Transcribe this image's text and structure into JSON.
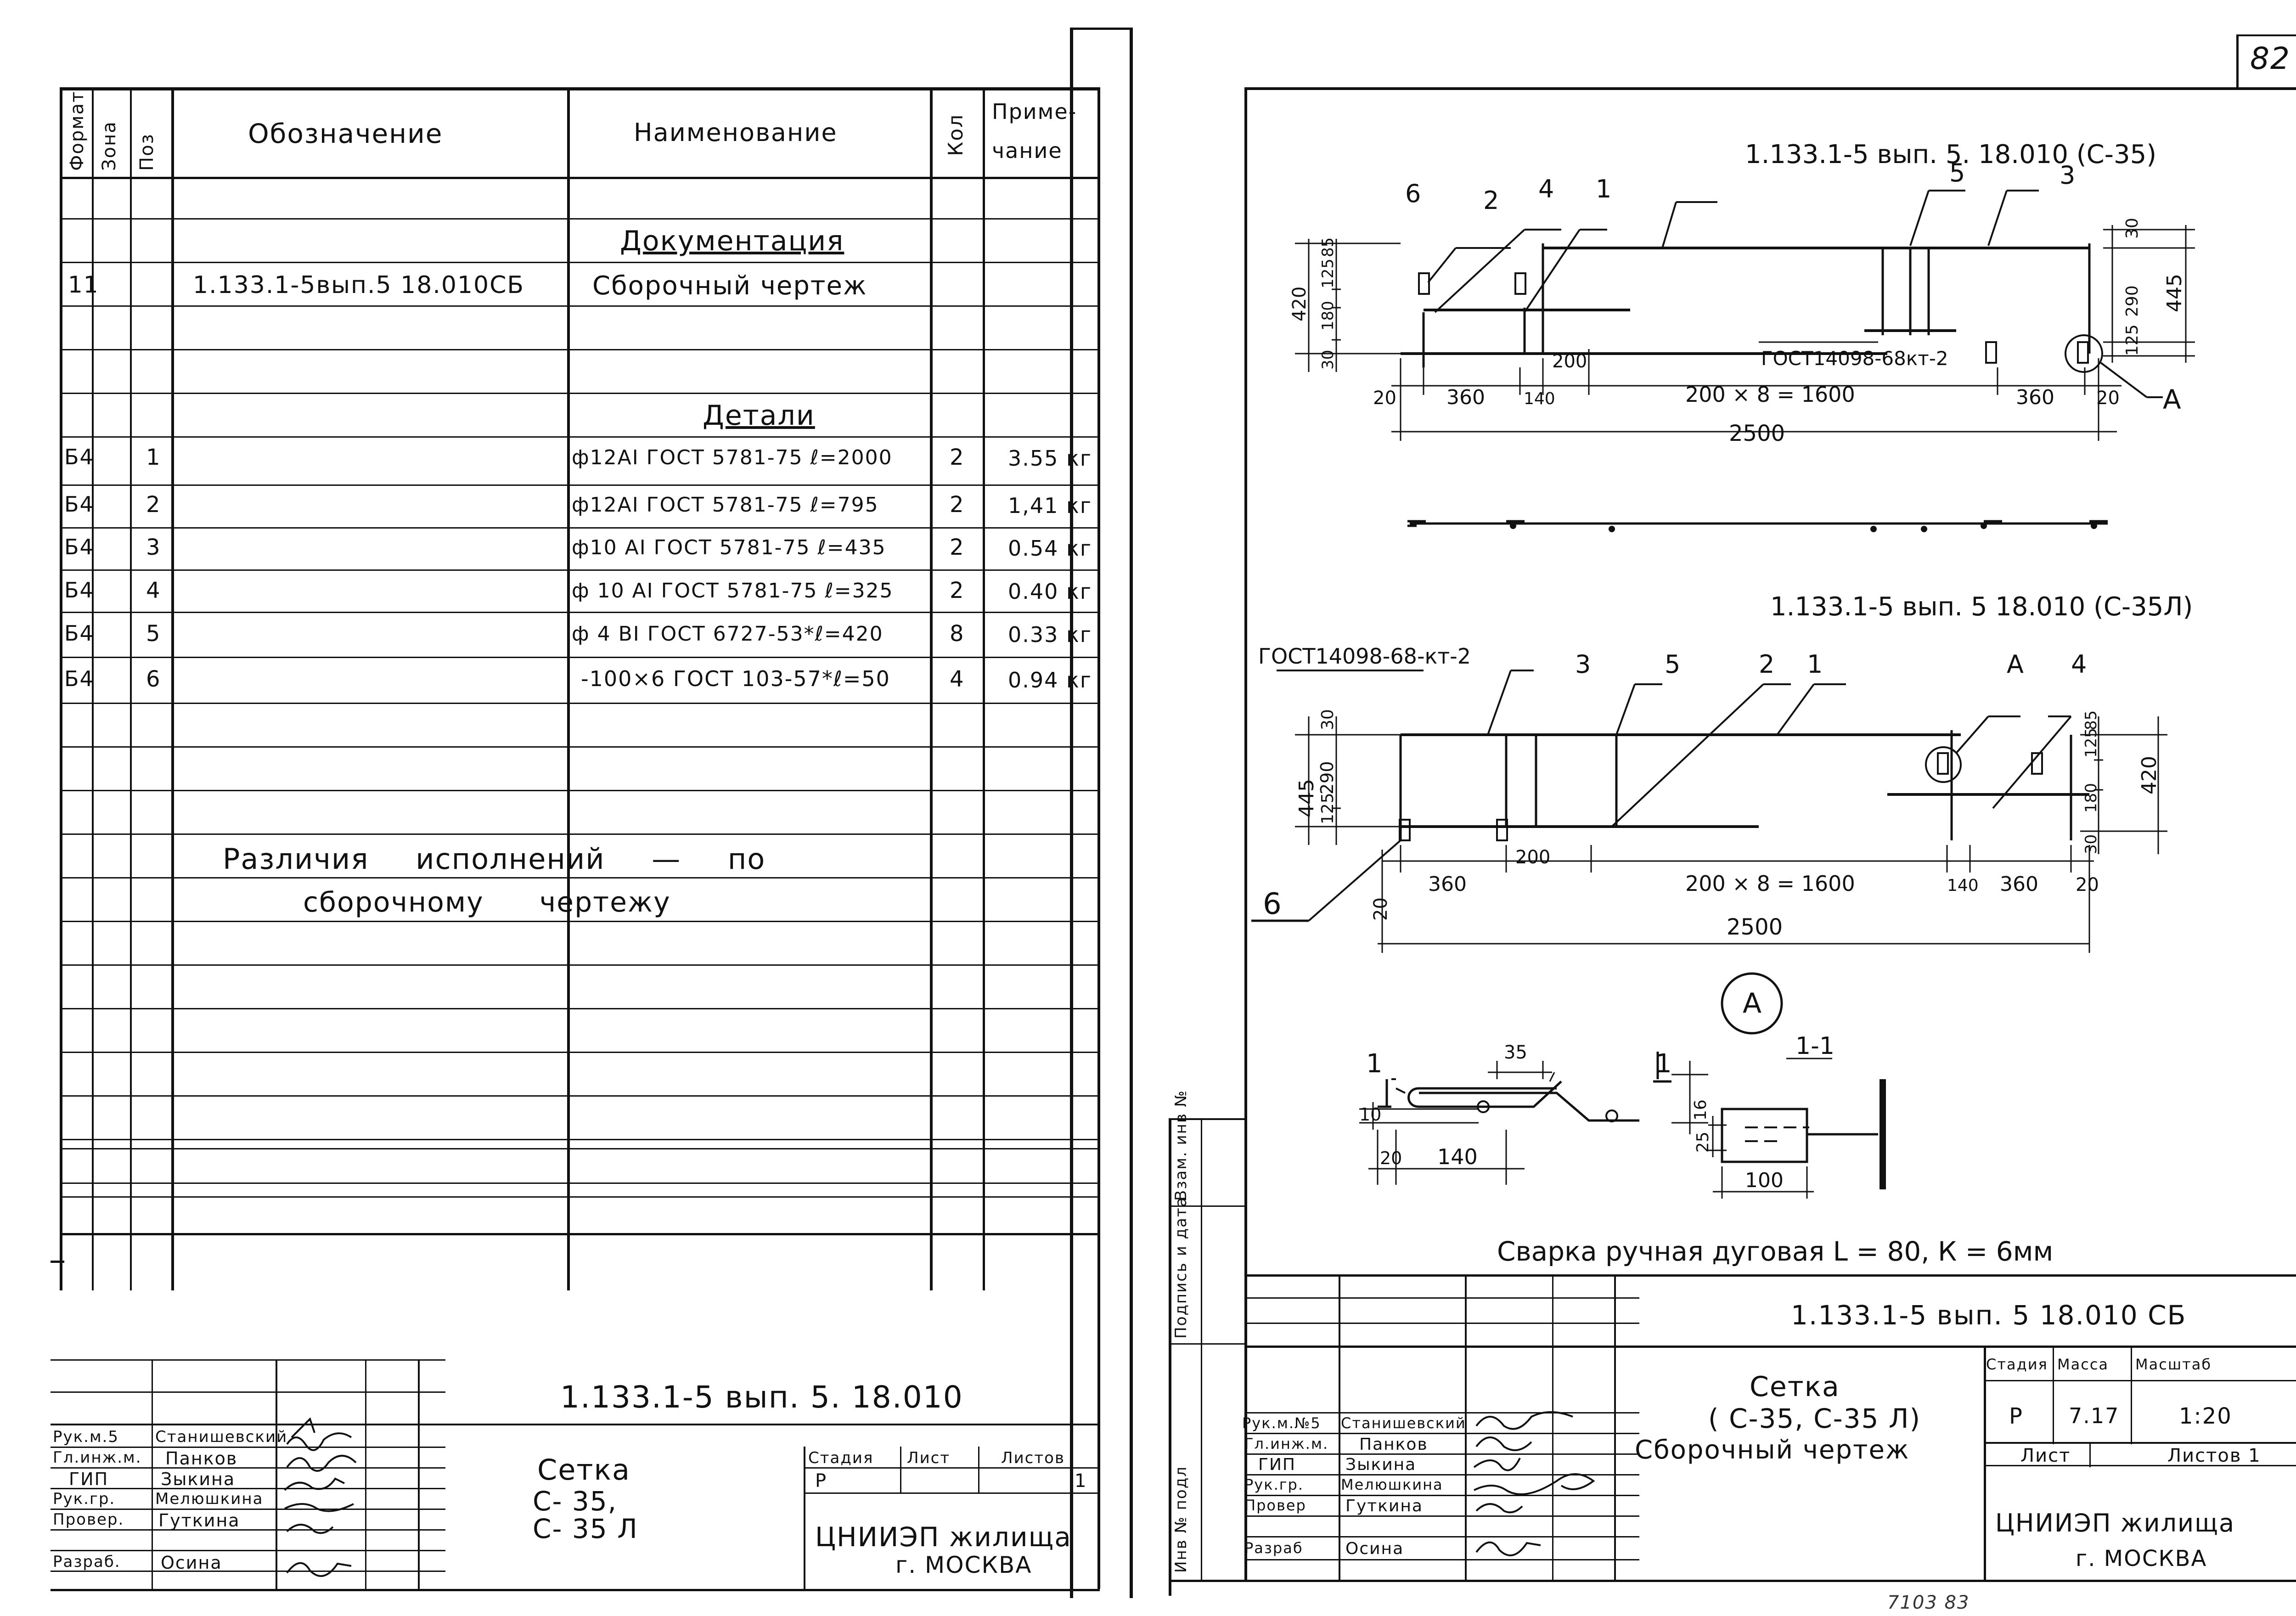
{
  "page_number": "82",
  "left_sheet": {
    "spec_headers": {
      "format": "Формат",
      "zone": "Зона",
      "pos": "Поз",
      "designation": "Обозначение",
      "name": "Наименование",
      "qty": "Кол",
      "note_1": "Приме-",
      "note_2": "чание"
    },
    "section_documentation": "Документация",
    "doc_row": {
      "format": "11",
      "designation": "1.133.1-5вып.5 18.010СБ",
      "name": "Сборочный чертеж"
    },
    "section_details": "Детали",
    "detail_rows": [
      {
        "format": "Б4",
        "pos": "1",
        "name": "ф12АI ГОСТ 5781-75 ℓ=2000",
        "qty": "2",
        "note": "3.55 кг"
      },
      {
        "format": "Б4",
        "pos": "2",
        "name": "ф12АI ГОСТ 5781-75 ℓ=795",
        "qty": "2",
        "note": "1,41 кг"
      },
      {
        "format": "Б4",
        "pos": "3",
        "name": "ф10 АI ГОСТ 5781-75 ℓ=435",
        "qty": "2",
        "note": "0.54 кг"
      },
      {
        "format": "Б4",
        "pos": "4",
        "name": "ф 10 АI ГОСТ 5781-75 ℓ=325",
        "qty": "2",
        "note": "0.40 кг"
      },
      {
        "format": "Б4",
        "pos": "5",
        "name": "ф 4 ВI ГОСТ 6727-53*ℓ=420",
        "qty": "8",
        "note": "0.33 кг"
      },
      {
        "format": "Б4",
        "pos": "6",
        "name": "-100×6 ГОСТ 103-57*ℓ=50",
        "qty": "4",
        "note": "0.94 кг"
      }
    ],
    "variants_note_1": "Различия исполнений — по",
    "variants_note_2": "сборочному чертежу",
    "title_block": {
      "code": "1.133.1-5 вып. 5. 18.010",
      "people": [
        {
          "role": "Рук.м.5",
          "name": "Станишевский"
        },
        {
          "role": "Гл.инж.м.",
          "name": "Панков"
        },
        {
          "role": "ГИП",
          "name": "Зыкина"
        },
        {
          "role": "Рук.гр.",
          "name": "Мелюшкина"
        },
        {
          "role": "Провер.",
          "name": "Гуткина"
        },
        {
          "role": "Разраб.",
          "name": "Осина"
        }
      ],
      "title_1": "Сетка",
      "title_2": "С- 35,",
      "title_3": "С- 35 Л",
      "stage_label": "Стадия",
      "sheet_label": "Лист",
      "sheets_label": "Листов",
      "stage_value": "Р",
      "sheets_value": "1",
      "org_1": "ЦНИИЭП жилища",
      "org_2": "г. МОСКВА"
    }
  },
  "right_sheet": {
    "side_stamp": {
      "inv": "Инв № подл",
      "sign_date": "Подпись и дата",
      "replace": "Взам. инв №"
    },
    "view_1": {
      "title": "1.133.1-5 вып. 5. 18.010 (С-35)",
      "callouts": [
        "6",
        "2",
        "4",
        "1",
        "5",
        "3"
      ],
      "gost_weld": "ГОСТ14098-68кт-2",
      "detail_mark": "А",
      "dims": {
        "left_total": "420",
        "left_top": "125",
        "left_mid": "85",
        "left_low": "180",
        "left_bottom": "30",
        "right_top": "30",
        "right_mid": "290",
        "right_low": "125",
        "right_total": "445",
        "d20a": "20",
        "d360a": "360",
        "d140": "140",
        "d200": "200",
        "pitch": "200 × 8 = 1600",
        "d360b": "360",
        "d20b": "20",
        "total": "2500"
      }
    },
    "view_2": {
      "title": "1.133.1-5 вып. 5 18.010 (С-35Л)",
      "gost_weld": "ГОСТ14098-68-кт-2",
      "callouts": [
        "3",
        "5",
        "2",
        "1",
        "А",
        "4",
        "6"
      ],
      "dims": {
        "left_total": "445",
        "left_mid": "290",
        "left_low": "125",
        "left_top": "30",
        "right_top": "125",
        "right_mid": "85",
        "right_low": "180",
        "right_total": "420",
        "right_bottom": "30",
        "d20a": "20",
        "d360a": "360",
        "d200": "200",
        "pitch": "200 × 8 = 1600",
        "d140": "140",
        "d360b": "360",
        "d20b": "20",
        "total": "2500"
      }
    },
    "detail_a": {
      "mark": "А",
      "section_label": "1",
      "d35": "35",
      "d10": "10",
      "d16": "16",
      "d20": "20",
      "d140": "140",
      "section_title": "1-1",
      "d25": "25",
      "d100": "100"
    },
    "weld_note": "Сварка ручная дуговая L = 80, К = 6мм",
    "title_block": {
      "code": "1.133.1-5 вып. 5 18.010 СБ",
      "people": [
        {
          "role": "Рук.м.№5",
          "name": "Станишевский"
        },
        {
          "role": "Гл.инж.м.",
          "name": "Панков"
        },
        {
          "role": "ГИП",
          "name": "Зыкина"
        },
        {
          "role": "Рук.гр.",
          "name": "Мелюшкина"
        },
        {
          "role": "Провер",
          "name": "Гуткина"
        },
        {
          "role": "Разраб",
          "name": "Осина"
        }
      ],
      "title_1": "Сетка",
      "title_2": "( С-35, С-35 Л)",
      "title_3": "Сборочный чертеж",
      "stage_label": "Стадия",
      "mass_label": "Масса",
      "scale_label": "Масштаб",
      "stage_value": "Р",
      "mass_value": "7.17",
      "scale_value": "1:20",
      "sheet_label": "Лист",
      "sheets_label": "Листов 1",
      "org_1": "ЦНИИЭП жилища",
      "org_2": "г. МОСКВА"
    },
    "footer_scribble": "7103  83"
  }
}
